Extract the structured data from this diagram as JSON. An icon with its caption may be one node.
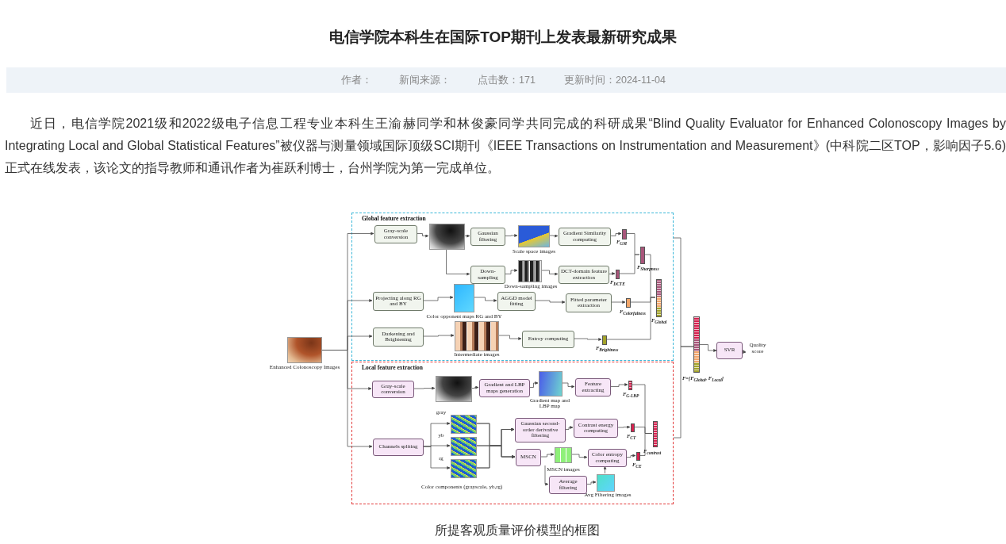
{
  "diagram": {
    "title": "电信学院本科生在国际TOP期刊上发表最新研究成果",
    "caption": "所提客观质量评价模型的框图",
    "nodes": [
      {
        "text": [
          "Global feature extraction"
        ]
      },
      {
        "text": [
          "Local feature extraction"
        ]
      },
      {
        "text": [],
        "shape": "picture",
        "beside": [
          "Enhanced Colonoscopy Images"
        ]
      },
      {
        "text": [
          "Gray-scale conversion"
        ],
        "in": 0
      },
      {
        "text": [],
        "shape": "picture",
        "in": 0
      },
      {
        "text": [
          "Gaussian filtering"
        ],
        "in": 0
      },
      {
        "text": [],
        "shape": "picture",
        "in": 0,
        "beside": [
          "Scale space images"
        ]
      },
      {
        "text": [
          "Gradient Similarity computing"
        ],
        "in": 0
      },
      {
        "text": [],
        "shape": "bar",
        "in": 0,
        "beside": [
          "F$_{GM}$"
        ]
      },
      {
        "text": [
          "Down-sampling"
        ],
        "in": 0
      },
      {
        "text": [],
        "shape": "picture",
        "in": 0,
        "beside": [
          "Down-sampling images"
        ]
      },
      {
        "text": [
          "DCT-domain feature extraction"
        ],
        "in": 0
      },
      {
        "text": [],
        "shape": "bar",
        "in": 0,
        "beside": [
          "F$_{DCTE}$"
        ]
      },
      {
        "text": [],
        "shape": "bar",
        "in": 0,
        "beside": [
          "F$_{Sharpness}$"
        ]
      },
      {
        "text": [
          "Projecting along RG and BY"
        ],
        "in": 0
      },
      {
        "text": [],
        "shape": "picture",
        "in": 0,
        "beside": [
          "Color opponent maps RG and BY"
        ]
      },
      {
        "text": [
          "AGGD model fitting"
        ],
        "in": 0
      },
      {
        "text": [
          "Fitted parameter extraction"
        ],
        "in": 0
      },
      {
        "text": [],
        "shape": "bar",
        "in": 0,
        "beside": [
          "F$_{Colorfulness}$"
        ]
      },
      {
        "text": [
          "Darkening and Brightening"
        ],
        "in": 0
      },
      {
        "text": [],
        "shape": "picture",
        "in": 0,
        "beside": [
          "Intermediate images"
        ]
      },
      {
        "text": [
          "Entroy computing"
        ],
        "in": 0
      },
      {
        "text": [],
        "shape": "bar",
        "in": 0,
        "beside": [
          "F$_{Brightness}$"
        ]
      },
      {
        "text": [],
        "shape": "bar",
        "in": 0,
        "beside": [
          "F$_{Global}$"
        ]
      },
      {
        "text": [
          "Gray-scale conversion"
        ],
        "in": 1
      },
      {
        "text": [],
        "shape": "picture",
        "in": 1
      },
      {
        "text": [
          "Gradient and LBP maps generation"
        ],
        "in": 1
      },
      {
        "text": [],
        "shape": "picture",
        "in": 1,
        "beside": [
          "Gradient map and LBP map"
        ]
      },
      {
        "text": [
          "Feature extracting"
        ],
        "in": 1
      },
      {
        "text": [],
        "shape": "bar",
        "in": 1,
        "beside": [
          "F$_{G-LBP}$"
        ]
      },
      {
        "text": [
          "Channels spliting"
        ],
        "in": 1
      },
      {
        "text": [],
        "shape": "picture",
        "in": 1,
        "beside": [
          "gray"
        ]
      },
      {
        "text": [],
        "shape": "picture",
        "in": 1,
        "beside": [
          "yb"
        ]
      },
      {
        "text": [],
        "shape": "picture",
        "in": 1,
        "beside": [
          "rg"
        ]
      },
      {
        "text": [
          "Gaussian second-order derivative filtering"
        ],
        "in": 1
      },
      {
        "text": [
          "Contrast energy computing"
        ],
        "in": 1
      },
      {
        "text": [],
        "shape": "bar",
        "in": 1,
        "beside": [
          "F$_{CT}$"
        ]
      },
      {
        "text": [
          "MSCN"
        ],
        "in": 1
      },
      {
        "text": [],
        "shape": "picture",
        "in": 1,
        "beside": [
          "MSCN images"
        ]
      },
      {
        "text": [
          "Color entropy computing"
        ],
        "in": 1
      },
      {
        "text": [],
        "shape": "bar",
        "in": 1,
        "beside": [
          "F$_{CE}$"
        ]
      },
      {
        "text": [
          "Average filtering"
        ],
        "in": 1
      },
      {
        "text": [],
        "shape": "picture",
        "in": 1,
        "beside": [
          "Avg Filtering images"
        ]
      },
      {
        "text": [],
        "shape": "bar",
        "in": 1,
        "beside": [
          "F$_{contrast}$"
        ]
      },
      {
        "text": [],
        "shape": "bar",
        "beside": [
          "F=[F$_{Global}$, F$_{Local}$]"
        ]
      },
      {
        "text": [
          "SVR"
        ]
      },
      {
        "text": [
          "Quality score"
        ]
      }
    ],
    "edges": [
      {
        "from": 2,
        "to": 3,
        "arrow": "to"
      },
      {
        "from": 2,
        "to": 14,
        "arrow": "to"
      },
      {
        "from": 2,
        "to": 19,
        "arrow": "to"
      },
      {
        "from": 2,
        "to": 24,
        "arrow": "to"
      },
      {
        "from": 2,
        "to": 30,
        "arrow": "to"
      },
      {
        "from": 3,
        "to": 4,
        "arrow": "to"
      },
      {
        "from": 4,
        "to": 5,
        "arrow": "to"
      },
      {
        "from": 4,
        "to": 9,
        "arrow": "to"
      },
      {
        "from": 5,
        "to": 6,
        "arrow": "to"
      },
      {
        "from": 6,
        "to": 7,
        "arrow": "to"
      },
      {
        "from": 7,
        "to": 8,
        "arrow": "to"
      },
      {
        "from": 9,
        "to": 10,
        "arrow": "to"
      },
      {
        "from": 10,
        "to": 11,
        "arrow": "to"
      },
      {
        "from": 11,
        "to": 12,
        "arrow": "to"
      },
      {
        "from": 8,
        "to": 13,
        "arrow": "none"
      },
      {
        "from": 12,
        "to": 13,
        "arrow": "none"
      },
      {
        "from": 14,
        "to": 15,
        "arrow": "to"
      },
      {
        "from": 15,
        "to": 16,
        "arrow": "to"
      },
      {
        "from": 16,
        "to": 17,
        "arrow": "to"
      },
      {
        "from": 17,
        "to": 18,
        "arrow": "to"
      },
      {
        "from": 19,
        "to": 20,
        "arrow": "to"
      },
      {
        "from": 20,
        "to": 21,
        "arrow": "to"
      },
      {
        "from": 21,
        "to": 22,
        "arrow": "to"
      },
      {
        "from": 13,
        "to": 23,
        "arrow": "none"
      },
      {
        "from": 18,
        "to": 23,
        "arrow": "none"
      },
      {
        "from": 22,
        "to": 23,
        "arrow": "none"
      },
      {
        "from": 0,
        "to": 44,
        "arrow": "none"
      },
      {
        "from": 1,
        "to": 44,
        "arrow": "none"
      },
      {
        "from": 24,
        "to": 25,
        "arrow": "to"
      },
      {
        "from": 25,
        "to": 26,
        "arrow": "to"
      },
      {
        "from": 26,
        "to": 27,
        "arrow": "to"
      },
      {
        "from": 27,
        "to": 28,
        "arrow": "to"
      },
      {
        "from": 28,
        "to": 29,
        "arrow": "to"
      },
      {
        "from": 30,
        "to": 31,
        "arrow": "to"
      },
      {
        "from": 30,
        "to": 32,
        "arrow": "to"
      },
      {
        "from": 30,
        "to": 33,
        "arrow": "to"
      },
      {
        "from": 31,
        "to": 34,
        "arrow": "to"
      },
      {
        "from": 32,
        "to": 34,
        "arrow": "to"
      },
      {
        "from": 33,
        "to": 34,
        "arrow": "to"
      },
      {
        "from": 31,
        "to": 37,
        "arrow": "to"
      },
      {
        "from": 32,
        "to": 37,
        "arrow": "to"
      },
      {
        "from": 33,
        "to": 37,
        "arrow": "to"
      },
      {
        "from": 34,
        "to": 35,
        "arrow": "to"
      },
      {
        "from": 35,
        "to": 36,
        "arrow": "to"
      },
      {
        "from": 37,
        "to": 38,
        "arrow": "to"
      },
      {
        "from": 37,
        "to": 41,
        "arrow": "to"
      },
      {
        "from": 38,
        "to": 39,
        "arrow": "to"
      },
      {
        "from": 41,
        "to": 42,
        "arrow": "to"
      },
      {
        "from": 42,
        "to": 39,
        "arrow": "to"
      },
      {
        "from": 39,
        "to": 40,
        "arrow": "to"
      },
      {
        "from": 29,
        "to": 43,
        "arrow": "none"
      },
      {
        "from": 36,
        "to": 43,
        "arrow": "none"
      },
      {
        "from": 40,
        "to": 43,
        "arrow": "none"
      },
      {
        "from": 44,
        "to": 45,
        "arrow": "to"
      },
      {
        "from": 45,
        "to": 46,
        "arrow": "to"
      }
    ],
    "labels": [
      "作者：",
      "新闻来源：",
      "点击数：171",
      "更新时间：2024-11-04",
      "近日，电信学院2021级和2022级电子信息工程专业本科生王渝赫同学和林俊豪同学共同完成的科研成果“Blind Quality Evaluator for Enhanced Colonoscopy Images by Integrating Local and Global Statistical Features”被仪器与测量领域国际顶级SCI期刊《IEEE Transactions on Instrumentation and Measurement》(中科院二区TOP，影响因子5.6)正式在线发表，该论文的指导教师和通讯作者为崔跃利博士，台州学院为第一完成单位。",
      "Color components (grayscale, yb,rg)"
    ]
  }
}
